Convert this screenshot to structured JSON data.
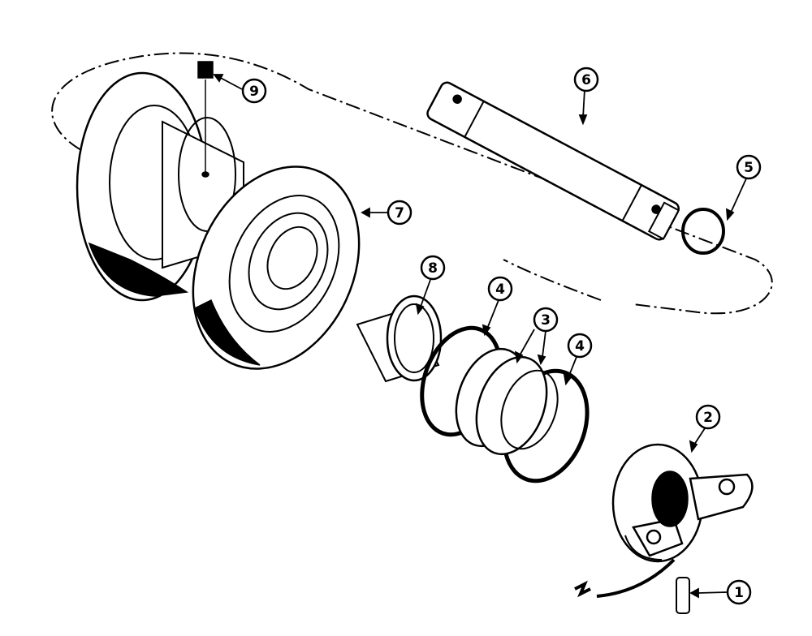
{
  "callouts": [
    {
      "id": "callout-1",
      "number": "1"
    },
    {
      "id": "callout-2",
      "number": "2"
    },
    {
      "id": "callout-3",
      "number": "3"
    },
    {
      "id": "callout-4a",
      "number": "4"
    },
    {
      "id": "callout-4b",
      "number": "4"
    },
    {
      "id": "callout-5",
      "number": "5"
    },
    {
      "id": "callout-6",
      "number": "6"
    },
    {
      "id": "callout-7",
      "number": "7"
    },
    {
      "id": "callout-8",
      "number": "8"
    },
    {
      "id": "callout-9",
      "number": "9"
    }
  ],
  "colors": {
    "ink": "#000000",
    "paper": "#ffffff"
  }
}
